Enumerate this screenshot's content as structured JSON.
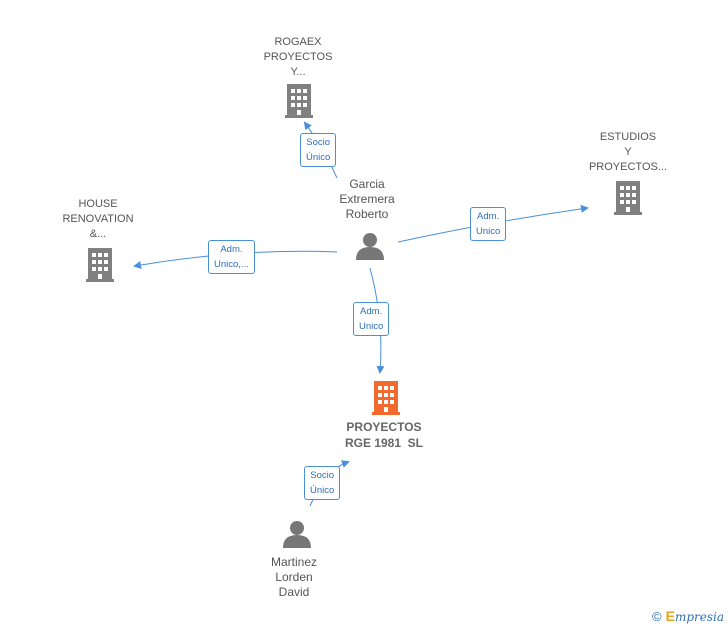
{
  "nodes": {
    "rogaex": {
      "lines": [
        "ROGAEX",
        "PROYECTOS",
        "Y..."
      ]
    },
    "estudios": {
      "lines": [
        "ESTUDIOS",
        "Y",
        "PROYECTOS..."
      ]
    },
    "house": {
      "lines": [
        "HOUSE",
        "RENOVATION",
        "&..."
      ]
    },
    "garcia": {
      "lines": [
        "Garcia",
        "Extremera",
        "Roberto"
      ]
    },
    "proyectos": {
      "lines": [
        "PROYECTOS",
        "RGE 1981  SL"
      ]
    },
    "martinez": {
      "lines": [
        "Martinez",
        "Lorden",
        "David"
      ]
    }
  },
  "edges": {
    "garcia_rogaex": {
      "lines": [
        "Socio",
        "Único"
      ]
    },
    "garcia_estudios": {
      "lines": [
        "Adm.",
        "Unico"
      ]
    },
    "garcia_house": {
      "lines": [
        "Adm.",
        "Unico,..."
      ]
    },
    "garcia_proyectos": {
      "lines": [
        "Adm.",
        "Unico"
      ]
    },
    "martinez_proyectos": {
      "lines": [
        "Socio",
        "Único"
      ]
    }
  },
  "colors": {
    "company": "#808080",
    "main_company": "#f26a2e",
    "person": "#777777",
    "edge": "#4a90d9"
  },
  "footer": {
    "copyright": "©",
    "brand_first": "E",
    "brand_rest": "mpresia"
  }
}
